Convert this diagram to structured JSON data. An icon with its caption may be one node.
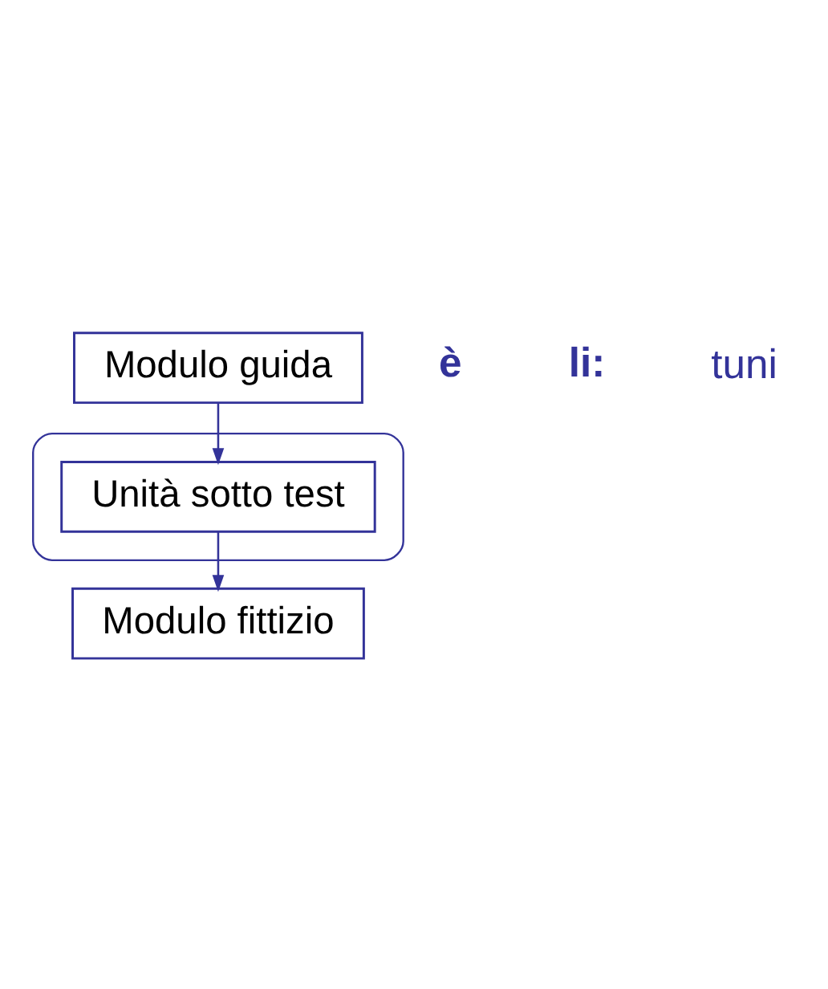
{
  "diagram": {
    "nodes": [
      {
        "text": [
          "Modulo guida"
        ]
      },
      {
        "text": [],
        "shape": "ellipse"
      },
      {
        "text": [
          "Unità sotto test"
        ],
        "in": 1
      },
      {
        "text": [
          "Modulo fittizio"
        ]
      }
    ],
    "edges": [
      {
        "from": 0,
        "to": 2,
        "arrow": "to"
      },
      {
        "from": 2,
        "to": 3,
        "arrow": "to"
      }
    ],
    "labels": [
      "è",
      "li:",
      "tuni"
    ]
  }
}
